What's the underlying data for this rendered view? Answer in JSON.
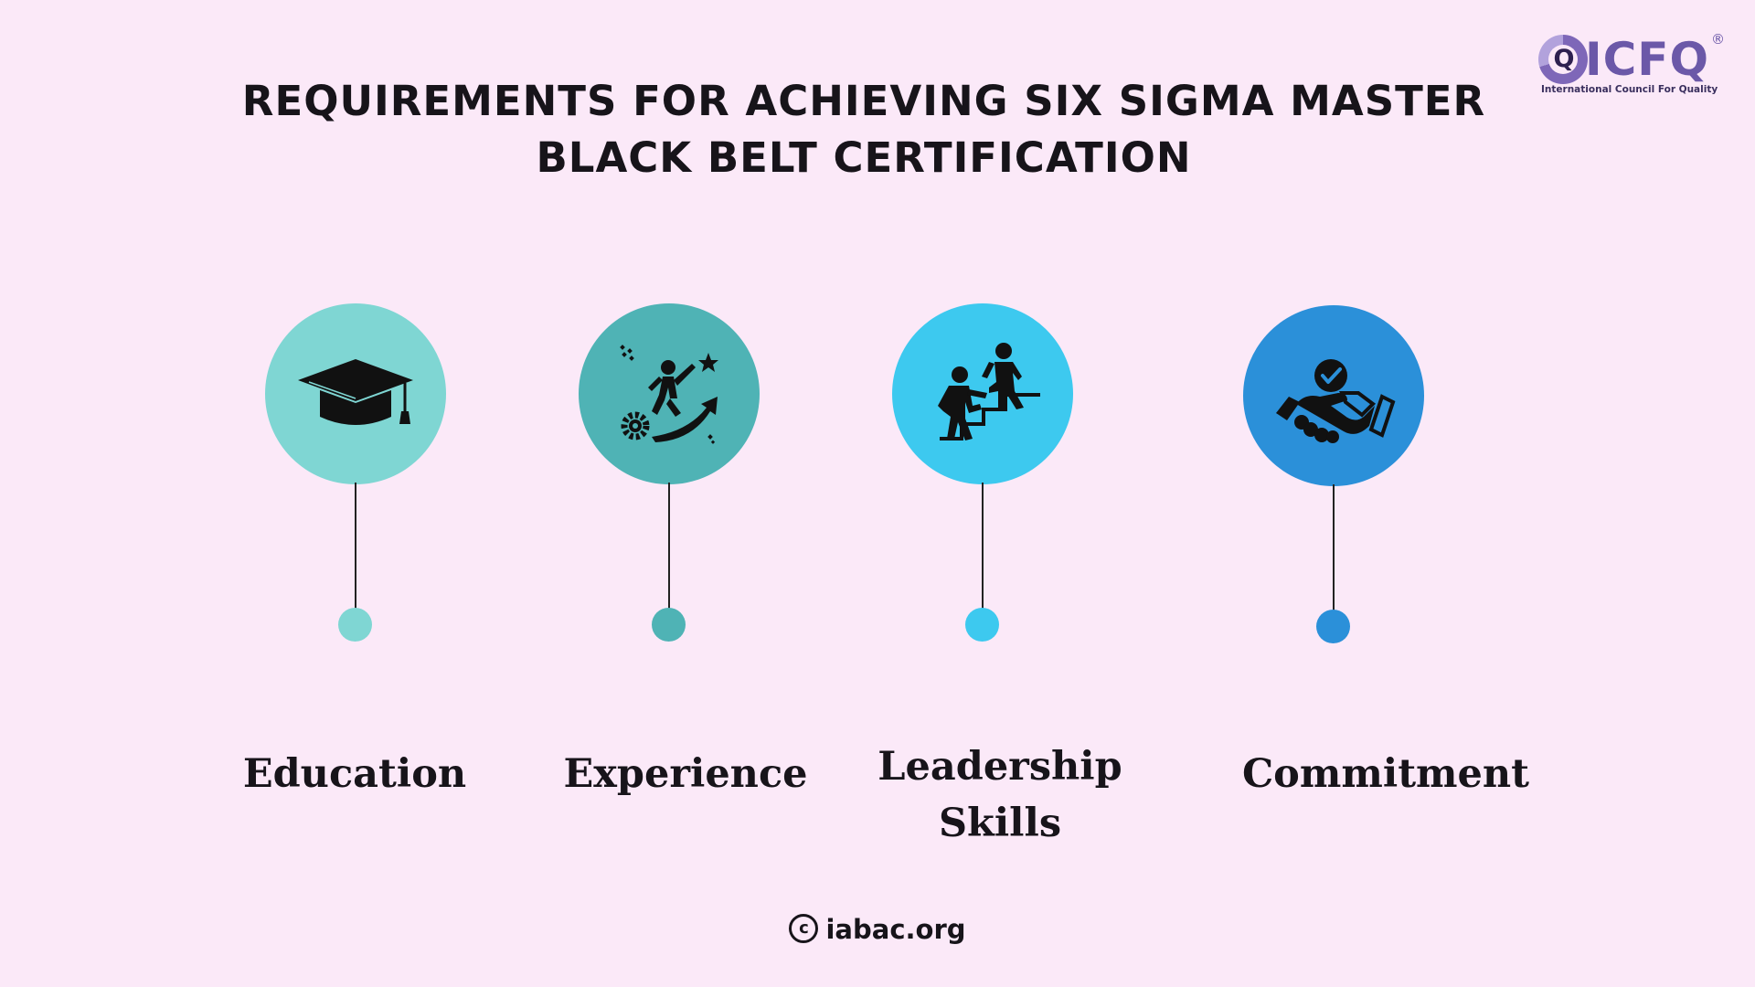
{
  "title": {
    "line1": "REQUIREMENTS FOR ACHIEVING SIX SIGMA MASTER",
    "line2": "BLACK BELT CERTIFICATION"
  },
  "logo": {
    "mark": "Q",
    "name": "ICFQ",
    "registered": "®",
    "tagline": "International Council For Quality"
  },
  "steps": [
    {
      "label_line1": "Education",
      "label_line2": "",
      "icon": "graduation-cap-icon",
      "color": "#7fd6d3"
    },
    {
      "label_line1": "Experience",
      "label_line2": "",
      "icon": "climbing-growth-icon",
      "color": "#4fb3b5"
    },
    {
      "label_line1": "Leadership",
      "label_line2": "Skills",
      "icon": "leading-up-stairs-icon",
      "color": "#3dc9ef"
    },
    {
      "label_line1": "Commitment",
      "label_line2": "",
      "icon": "handshake-icon",
      "color": "#2b90d9"
    }
  ],
  "footer": {
    "copyright_symbol": "c",
    "site": "iabac.org"
  }
}
